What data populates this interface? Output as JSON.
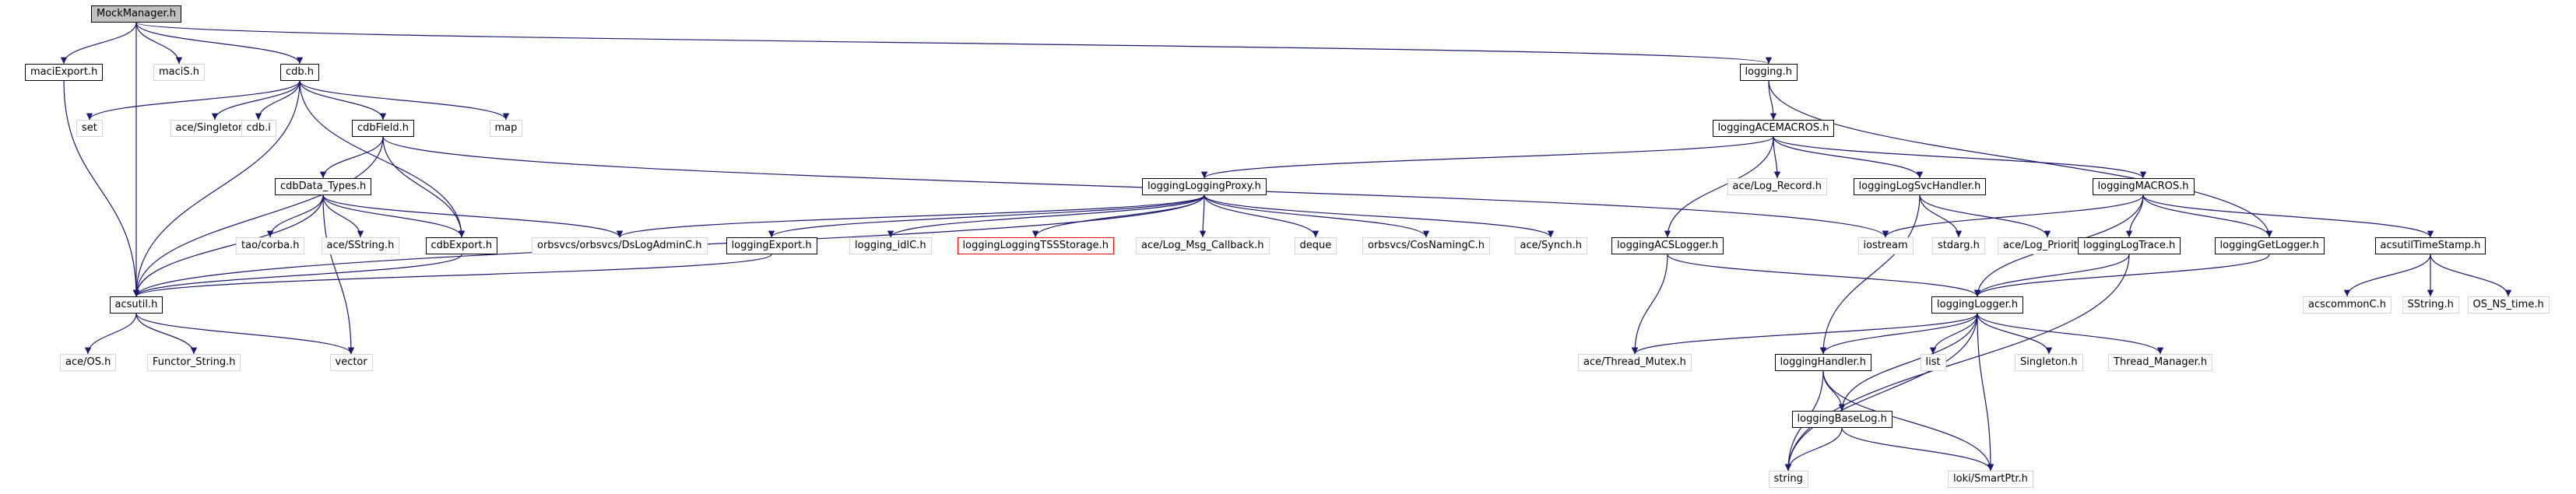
{
  "diagram": {
    "title": "MockManager.h include dependency graph",
    "colors": {
      "edge": "#191970",
      "box_border": "#000000",
      "plain_border": "#d3d3d3",
      "root_fill": "#bfbfbf",
      "missing_border": "#ff0000"
    },
    "nodes": [
      {
        "id": "MockManager_h",
        "label": "MockManager.h",
        "kind": "root"
      },
      {
        "id": "maciExport_h",
        "label": "maciExport.h",
        "kind": "boxed"
      },
      {
        "id": "maciS_h",
        "label": "maciS.h",
        "kind": "plain"
      },
      {
        "id": "cdb_h",
        "label": "cdb.h",
        "kind": "boxed"
      },
      {
        "id": "logging_h",
        "label": "logging.h",
        "kind": "boxed"
      },
      {
        "id": "set",
        "label": "set",
        "kind": "plain"
      },
      {
        "id": "ace_Singleton_h",
        "label": "ace/Singleton.h",
        "kind": "plain"
      },
      {
        "id": "cdb_i",
        "label": "cdb.i",
        "kind": "plain"
      },
      {
        "id": "cdbField_h",
        "label": "cdbField.h",
        "kind": "boxed"
      },
      {
        "id": "map",
        "label": "map",
        "kind": "plain"
      },
      {
        "id": "cdbData_Types_h",
        "label": "cdbData_Types.h",
        "kind": "boxed"
      },
      {
        "id": "tao_corba_h",
        "label": "tao/corba.h",
        "kind": "plain"
      },
      {
        "id": "ace_SString_h",
        "label": "ace/SString.h",
        "kind": "plain"
      },
      {
        "id": "cdbExport_h",
        "label": "cdbExport.h",
        "kind": "boxed"
      },
      {
        "id": "orbsvcs_DsLogAdminC_h",
        "label": "orbsvcs/orbsvcs/DsLogAdminC.h",
        "kind": "plain"
      },
      {
        "id": "acsutil_h",
        "label": "acsutil.h",
        "kind": "boxed"
      },
      {
        "id": "ace_OS_h",
        "label": "ace/OS.h",
        "kind": "plain"
      },
      {
        "id": "Functor_String_h",
        "label": "Functor_String.h",
        "kind": "plain"
      },
      {
        "id": "vector",
        "label": "vector",
        "kind": "plain"
      },
      {
        "id": "loggingACEMACROS_h",
        "label": "loggingACEMACROS.h",
        "kind": "boxed"
      },
      {
        "id": "loggingLoggingProxy_h",
        "label": "loggingLoggingProxy.h",
        "kind": "boxed"
      },
      {
        "id": "ace_Log_Record_h",
        "label": "ace/Log_Record.h",
        "kind": "plain"
      },
      {
        "id": "loggingLogSvcHandler_h",
        "label": "loggingLogSvcHandler.h",
        "kind": "boxed"
      },
      {
        "id": "loggingMACROS_h",
        "label": "loggingMACROS.h",
        "kind": "boxed"
      },
      {
        "id": "loggingExport_h",
        "label": "loggingExport.h",
        "kind": "boxed"
      },
      {
        "id": "logging_idlC_h",
        "label": "logging_idlC.h",
        "kind": "plain"
      },
      {
        "id": "loggingLoggingTSSStorage_h",
        "label": "loggingLoggingTSSStorage.h",
        "kind": "missing"
      },
      {
        "id": "ace_Log_Msg_Callback_h",
        "label": "ace/Log_Msg_Callback.h",
        "kind": "plain"
      },
      {
        "id": "deque",
        "label": "deque",
        "kind": "plain"
      },
      {
        "id": "orbsvcs_CosNamingC_h",
        "label": "orbsvcs/CosNamingC.h",
        "kind": "plain"
      },
      {
        "id": "ace_Synch_h",
        "label": "ace/Synch.h",
        "kind": "plain"
      },
      {
        "id": "loggingACSLogger_h",
        "label": "loggingACSLogger.h",
        "kind": "boxed"
      },
      {
        "id": "iostream",
        "label": "iostream",
        "kind": "plain"
      },
      {
        "id": "stdarg_h",
        "label": "stdarg.h",
        "kind": "plain"
      },
      {
        "id": "ace_Log_Priority_h",
        "label": "ace/Log_Priority.h",
        "kind": "plain"
      },
      {
        "id": "loggingLogTrace_h",
        "label": "loggingLogTrace.h",
        "kind": "boxed"
      },
      {
        "id": "loggingGetLogger_h",
        "label": "loggingGetLogger.h",
        "kind": "boxed"
      },
      {
        "id": "acsutilTimeStamp_h",
        "label": "acsutilTimeStamp.h",
        "kind": "boxed"
      },
      {
        "id": "loggingLogger_h",
        "label": "loggingLogger.h",
        "kind": "boxed"
      },
      {
        "id": "acscommonC_h",
        "label": "acscommonC.h",
        "kind": "plain"
      },
      {
        "id": "SString_h",
        "label": "SString.h",
        "kind": "plain"
      },
      {
        "id": "OS_NS_time_h",
        "label": "OS_NS_time.h",
        "kind": "plain"
      },
      {
        "id": "ace_Thread_Mutex_h",
        "label": "ace/Thread_Mutex.h",
        "kind": "plain"
      },
      {
        "id": "list",
        "label": "list",
        "kind": "plain"
      },
      {
        "id": "loggingHandler_h",
        "label": "loggingHandler.h",
        "kind": "boxed"
      },
      {
        "id": "Singleton_h",
        "label": "Singleton.h",
        "kind": "plain"
      },
      {
        "id": "Thread_Manager_h",
        "label": "Thread_Manager.h",
        "kind": "plain"
      },
      {
        "id": "loggingBaseLog_h",
        "label": "loggingBaseLog.h",
        "kind": "boxed"
      },
      {
        "id": "string",
        "label": "string",
        "kind": "plain"
      },
      {
        "id": "loki_SmartPtr_h",
        "label": "loki/SmartPtr.h",
        "kind": "plain"
      }
    ],
    "edges": [
      [
        "MockManager_h",
        "maciExport_h"
      ],
      [
        "MockManager_h",
        "maciS_h"
      ],
      [
        "MockManager_h",
        "cdb_h"
      ],
      [
        "MockManager_h",
        "logging_h"
      ],
      [
        "MockManager_h",
        "acsutil_h"
      ],
      [
        "maciExport_h",
        "acsutil_h"
      ],
      [
        "cdb_h",
        "set"
      ],
      [
        "cdb_h",
        "ace_Singleton_h"
      ],
      [
        "cdb_h",
        "cdb_i"
      ],
      [
        "cdb_h",
        "cdbField_h"
      ],
      [
        "cdb_h",
        "map"
      ],
      [
        "cdb_h",
        "cdbExport_h"
      ],
      [
        "cdb_h",
        "acsutil_h"
      ],
      [
        "cdbField_h",
        "cdbData_Types_h"
      ],
      [
        "cdbField_h",
        "cdbExport_h"
      ],
      [
        "cdbField_h",
        "acsutil_h"
      ],
      [
        "cdbField_h",
        "iostream"
      ],
      [
        "cdbData_Types_h",
        "tao_corba_h"
      ],
      [
        "cdbData_Types_h",
        "ace_SString_h"
      ],
      [
        "cdbData_Types_h",
        "cdbExport_h"
      ],
      [
        "cdbData_Types_h",
        "orbsvcs_DsLogAdminC_h"
      ],
      [
        "cdbData_Types_h",
        "acsutil_h"
      ],
      [
        "cdbData_Types_h",
        "vector"
      ],
      [
        "cdbExport_h",
        "acsutil_h"
      ],
      [
        "acsutil_h",
        "ace_OS_h"
      ],
      [
        "acsutil_h",
        "Functor_String_h"
      ],
      [
        "acsutil_h",
        "vector"
      ],
      [
        "logging_h",
        "loggingACEMACROS_h"
      ],
      [
        "logging_h",
        "loggingGetLogger_h"
      ],
      [
        "loggingACEMACROS_h",
        "loggingLoggingProxy_h"
      ],
      [
        "loggingACEMACROS_h",
        "ace_Log_Record_h"
      ],
      [
        "loggingACEMACROS_h",
        "loggingLogSvcHandler_h"
      ],
      [
        "loggingACEMACROS_h",
        "loggingMACROS_h"
      ],
      [
        "loggingACEMACROS_h",
        "loggingACSLogger_h"
      ],
      [
        "loggingLoggingProxy_h",
        "orbsvcs_DsLogAdminC_h"
      ],
      [
        "loggingLoggingProxy_h",
        "loggingExport_h"
      ],
      [
        "loggingLoggingProxy_h",
        "logging_idlC_h"
      ],
      [
        "loggingLoggingProxy_h",
        "loggingLoggingTSSStorage_h"
      ],
      [
        "loggingLoggingProxy_h",
        "ace_Log_Msg_Callback_h"
      ],
      [
        "loggingLoggingProxy_h",
        "deque"
      ],
      [
        "loggingLoggingProxy_h",
        "orbsvcs_CosNamingC_h"
      ],
      [
        "loggingLoggingProxy_h",
        "ace_Synch_h"
      ],
      [
        "loggingLoggingProxy_h",
        "acsutil_h"
      ],
      [
        "loggingExport_h",
        "acsutil_h"
      ],
      [
        "loggingLogSvcHandler_h",
        "stdarg_h"
      ],
      [
        "loggingLogSvcHandler_h",
        "ace_Log_Priority_h"
      ],
      [
        "loggingLogSvcHandler_h",
        "loggingHandler_h"
      ],
      [
        "loggingMACROS_h",
        "iostream"
      ],
      [
        "loggingMACROS_h",
        "loggingLogTrace_h"
      ],
      [
        "loggingMACROS_h",
        "loggingGetLogger_h"
      ],
      [
        "loggingMACROS_h",
        "acsutilTimeStamp_h"
      ],
      [
        "loggingMACROS_h",
        "loggingLogger_h"
      ],
      [
        "loggingACSLogger_h",
        "ace_Thread_Mutex_h"
      ],
      [
        "loggingACSLogger_h",
        "loggingLogger_h"
      ],
      [
        "loggingLogTrace_h",
        "loggingLogger_h"
      ],
      [
        "loggingLogTrace_h",
        "string"
      ],
      [
        "loggingGetLogger_h",
        "loggingLogger_h"
      ],
      [
        "acsutilTimeStamp_h",
        "acscommonC_h"
      ],
      [
        "acsutilTimeStamp_h",
        "SString_h"
      ],
      [
        "acsutilTimeStamp_h",
        "OS_NS_time_h"
      ],
      [
        "loggingLogger_h",
        "ace_Thread_Mutex_h"
      ],
      [
        "loggingLogger_h",
        "list"
      ],
      [
        "loggingLogger_h",
        "loggingHandler_h"
      ],
      [
        "loggingLogger_h",
        "Singleton_h"
      ],
      [
        "loggingLogger_h",
        "Thread_Manager_h"
      ],
      [
        "loggingLogger_h",
        "loggingBaseLog_h"
      ],
      [
        "loggingLogger_h",
        "string"
      ],
      [
        "loggingLogger_h",
        "loki_SmartPtr_h"
      ],
      [
        "loggingHandler_h",
        "loggingBaseLog_h"
      ],
      [
        "loggingHandler_h",
        "string"
      ],
      [
        "loggingHandler_h",
        "loki_SmartPtr_h"
      ],
      [
        "loggingBaseLog_h",
        "string"
      ],
      [
        "loggingBaseLog_h",
        "loki_SmartPtr_h"
      ]
    ]
  }
}
